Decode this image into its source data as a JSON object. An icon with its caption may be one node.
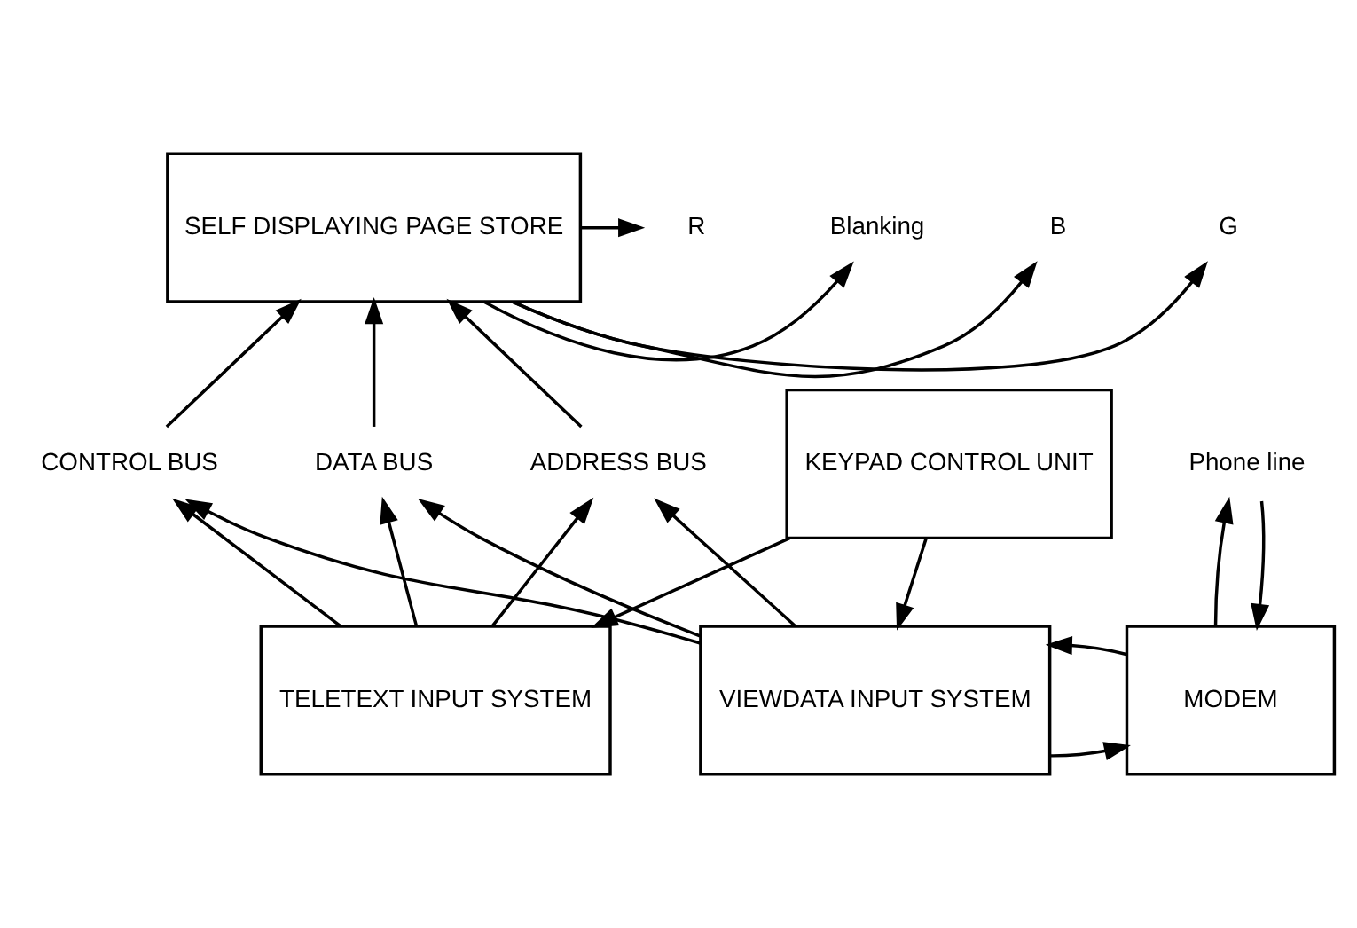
{
  "diagram": {
    "nodes": [
      {
        "text": [
          "CONTROL BUS"
        ]
      },
      {
        "text": [
          "DATA BUS"
        ]
      },
      {
        "text": [
          "ADDRESS BUS"
        ]
      },
      {
        "text": [
          "SELF DISPLAYING PAGE STORE"
        ]
      },
      {
        "text": [
          "R"
        ]
      },
      {
        "text": [
          "G"
        ]
      },
      {
        "text": [
          "B"
        ]
      },
      {
        "text": [
          "Blanking"
        ]
      },
      {
        "text": [
          "MODEM"
        ]
      },
      {
        "text": [
          "VIEWDATA INPUT SYSTEM"
        ]
      },
      {
        "text": [
          "TELETEXT INPUT SYSTEM"
        ]
      },
      {
        "text": [
          "KEYPAD CONTROL UNIT"
        ]
      },
      {
        "text": [
          "Phone line"
        ]
      }
    ],
    "edges": [
      {
        "from": 0,
        "to": 3,
        "arrow": "to"
      },
      {
        "from": 1,
        "to": 3,
        "arrow": "to"
      },
      {
        "from": 2,
        "to": 3,
        "arrow": "to"
      },
      {
        "from": 3,
        "to": 4,
        "arrow": "to"
      },
      {
        "from": 3,
        "to": 5,
        "arrow": "to"
      },
      {
        "from": 3,
        "to": 6,
        "arrow": "to"
      },
      {
        "from": 3,
        "to": 7,
        "arrow": "to"
      },
      {
        "from": 9,
        "to": 0,
        "arrow": "to"
      },
      {
        "from": 9,
        "to": 1,
        "arrow": "to"
      },
      {
        "from": 9,
        "to": 2,
        "arrow": "to"
      },
      {
        "from": 10,
        "to": 0,
        "arrow": "to"
      },
      {
        "from": 10,
        "to": 1,
        "arrow": "to"
      },
      {
        "from": 10,
        "to": 2,
        "arrow": "to"
      },
      {
        "from": 8,
        "to": 9,
        "arrow": "to"
      },
      {
        "from": 9,
        "to": 8,
        "arrow": "to"
      },
      {
        "from": 8,
        "to": 12,
        "arrow": "to"
      },
      {
        "from": 12,
        "to": 8,
        "arrow": "to"
      },
      {
        "from": 11,
        "to": 9,
        "arrow": "to"
      },
      {
        "from": 11,
        "to": 10,
        "arrow": "to"
      }
    ]
  }
}
